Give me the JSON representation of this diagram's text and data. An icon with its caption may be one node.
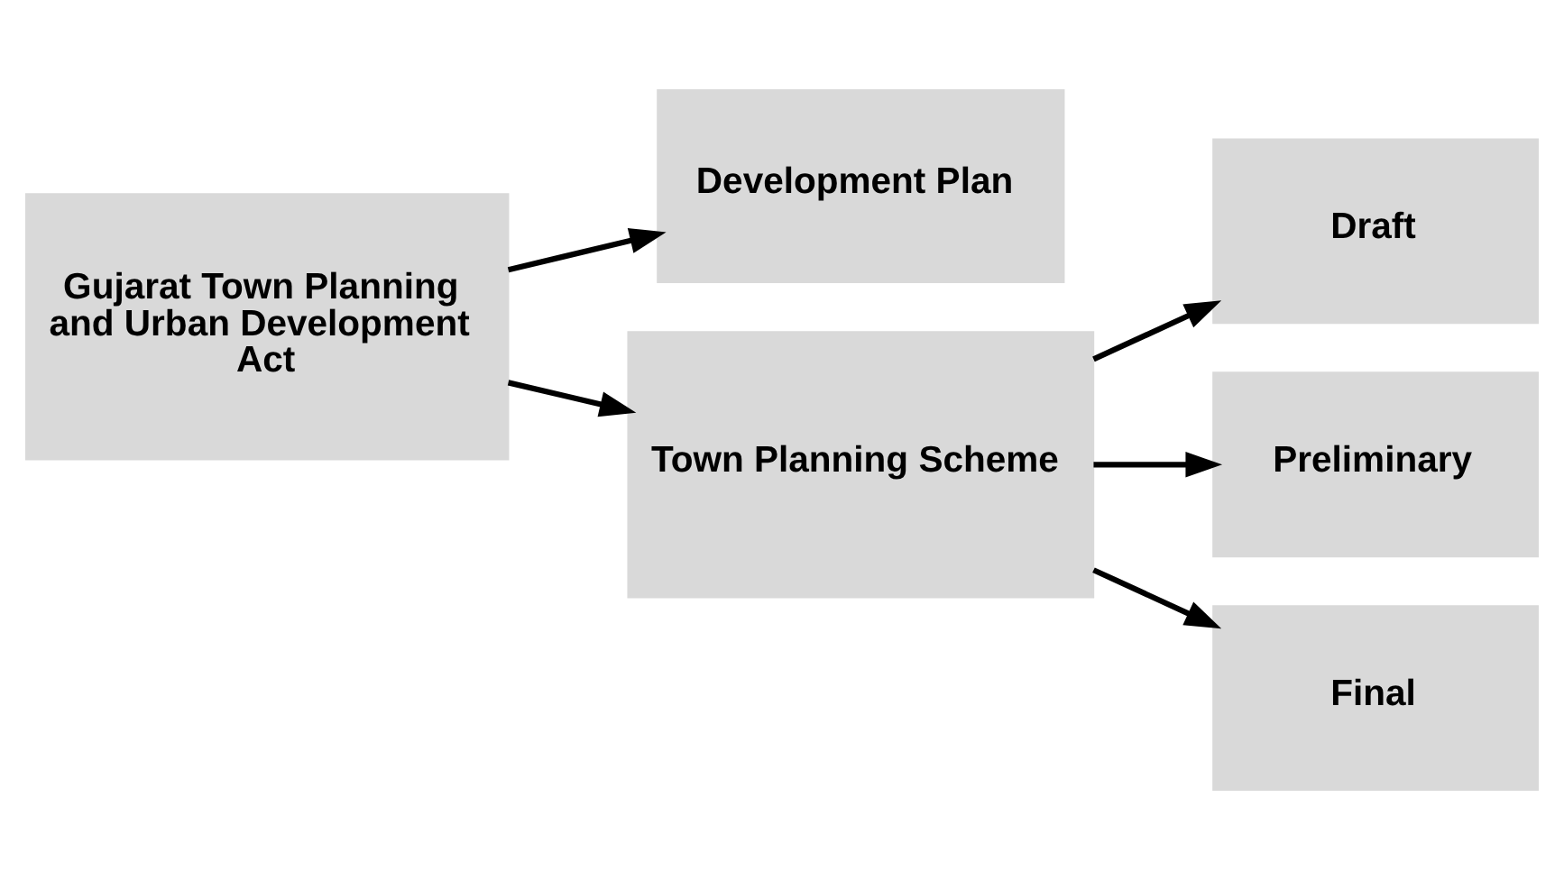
{
  "diagram": {
    "nodes": [
      {
        "text": [
          "Gujarat Town Planning and Urban Development Act"
        ]
      },
      {
        "text": [
          "Development Plan"
        ]
      },
      {
        "text": [
          "Town Planning Scheme"
        ]
      },
      {
        "text": [
          "Draft"
        ]
      },
      {
        "text": [
          "Preliminary"
        ]
      },
      {
        "text": [
          "Final"
        ]
      }
    ],
    "edges": [
      {
        "from": 0,
        "to": 1,
        "arrow": "to"
      },
      {
        "from": 0,
        "to": 2,
        "arrow": "to"
      },
      {
        "from": 2,
        "to": 3,
        "arrow": "to"
      },
      {
        "from": 2,
        "to": 4,
        "arrow": "to"
      },
      {
        "from": 2,
        "to": 5,
        "arrow": "to"
      }
    ]
  }
}
